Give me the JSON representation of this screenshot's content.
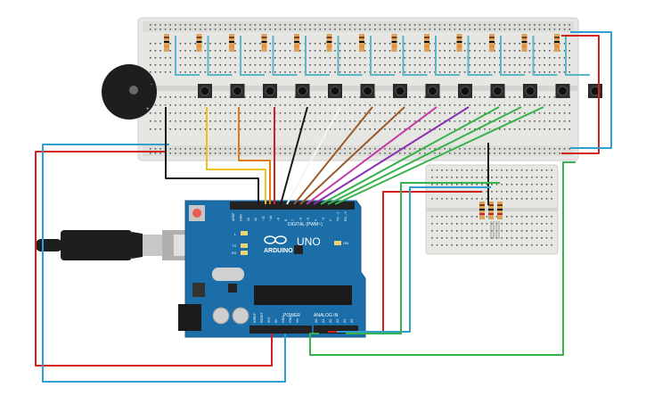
{
  "board": {
    "brand": "ARDUINO",
    "model": "UNO",
    "digital_header": "DIGITAL (PWM~)",
    "power_header": "POWER",
    "analog_header": "ANALOG IN",
    "led_on": "ON",
    "led_l": "L",
    "led_tx": "TX",
    "led_rx": "RX",
    "pin_labels_digital": [
      "AREF",
      "GND",
      "13",
      "12",
      "~11",
      "~10",
      "~9",
      "8",
      "7",
      "~6",
      "~5",
      "4",
      "~3",
      "2",
      "TX→1",
      "RX←0"
    ],
    "pin_labels_power": [
      "IOREF",
      "RESET",
      "3V3",
      "5V",
      "GND",
      "GND",
      "Vin"
    ],
    "pin_labels_analog": [
      "A0",
      "A1",
      "A2",
      "A3",
      "A4",
      "A5"
    ]
  },
  "parts": {
    "buttons_count": 13,
    "resistors_top_count": 13,
    "resistors_small_count": 3
  },
  "colors": {
    "board_blue": "#1b6ea7",
    "breadboard": "#e6e6e3",
    "wire_red": "#d41f1f",
    "wire_blue": "#2e9fd0",
    "wire_black": "#1a1a1a",
    "wire_yellow": "#f2c21b",
    "wire_orange": "#e07a12",
    "wire_green": "#38b24a",
    "wire_purple": "#8a2fb0",
    "wire_magenta": "#c43aa8",
    "wire_brown": "#9a5a2a",
    "wire_white": "#f4f4f4",
    "wire_teal": "#5bb7c8"
  }
}
